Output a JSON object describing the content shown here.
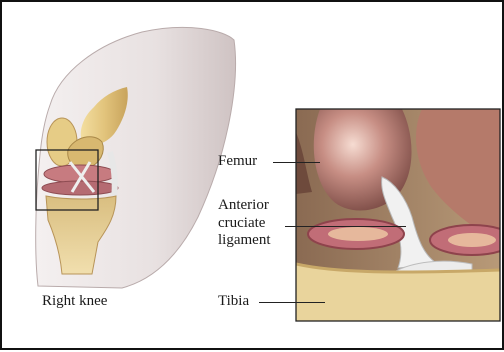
{
  "figure": {
    "overview_caption": "Right knee",
    "labels": {
      "femur": "Femur",
      "acl": "Anterior\ncruciate\nligament",
      "tibia": "Tibia"
    },
    "colors": {
      "skin": "#ece6e6",
      "skin_shade": "#d7cccc",
      "bone": "#e6cc86",
      "bone_shadow": "#c9a75e",
      "cartilage": "#b86a72",
      "femur_condyle": "#b07a70",
      "ligament": "#efefef"
    }
  }
}
